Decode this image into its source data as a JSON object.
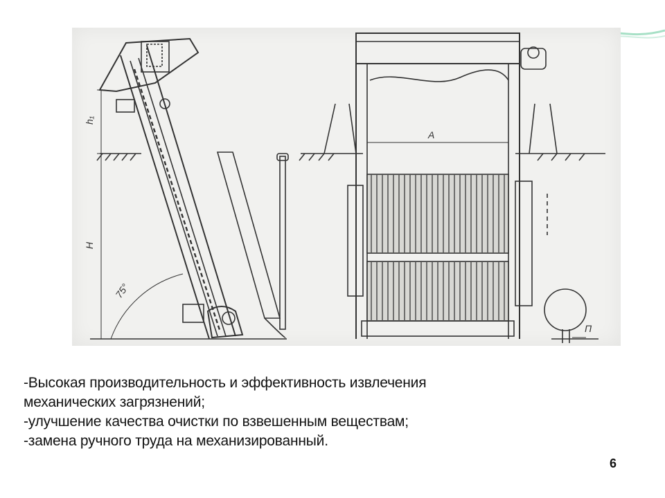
{
  "drawing": {
    "labels": {
      "h1": "h₁",
      "H": "H",
      "angle": "75°",
      "A": "A",
      "P": "П"
    }
  },
  "bullets": [
    "-Высокая производительность и эффективность извлечения",
    "механических загрязнений;",
    "-улучшение качества очистки по взвешенным веществам;",
    "-замена ручного труда на механизированный."
  ],
  "page_number": "6",
  "colors": {
    "paper": "#f1f1ef",
    "ink": "#333333",
    "accent_wave": "#8fd3b5"
  }
}
